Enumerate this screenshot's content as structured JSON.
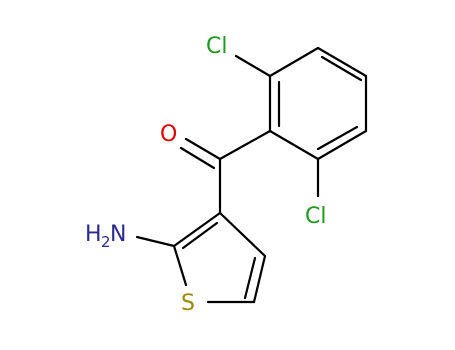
{
  "molecule": {
    "atoms": {
      "chlorine_top": {
        "symbol": "Cl",
        "color": "#1e9a1e"
      },
      "chlorine_bottom": {
        "symbol": "Cl",
        "color": "#1e9a1e"
      },
      "oxygen": {
        "symbol": "O",
        "color": "#e00000"
      },
      "amine": {
        "symbol": "H",
        "subscript": "2",
        "rest": "N",
        "color": "#2a2a8f"
      },
      "sulfur": {
        "symbol": "S",
        "color": "#9a8a00"
      }
    },
    "bond_color": "#000000"
  }
}
